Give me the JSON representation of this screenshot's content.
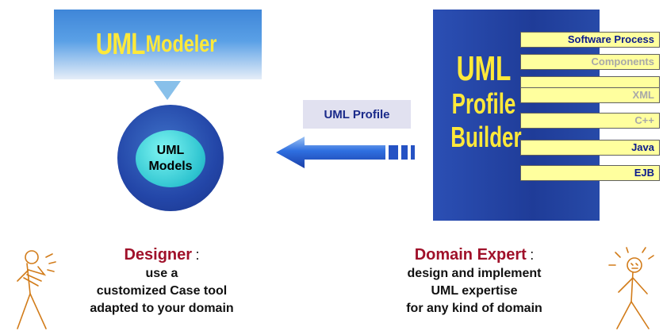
{
  "modeler": {
    "title_main": "UML",
    "title_sub": "Modeler"
  },
  "models": {
    "line1": "UML",
    "line2": "Models"
  },
  "arrow_label": "UML Profile",
  "builder": {
    "line1": "UML",
    "line2": "Profile",
    "line3": "Builder",
    "layers": [
      {
        "label": "Software Process",
        "color": "#0a1a8c"
      },
      {
        "label": "Components",
        "color": "#a8a8a8"
      },
      {
        "label": "",
        "color": "#000000"
      },
      {
        "label": "XML",
        "color": "#a8a8a8"
      },
      {
        "label": "C++",
        "color": "#a8a8a8"
      },
      {
        "label": "Java",
        "color": "#0a1a8c"
      },
      {
        "label": "EJB",
        "color": "#0a1a8c"
      }
    ]
  },
  "designer": {
    "title": "Designer",
    "colon": ":",
    "lines": [
      "use a",
      "customized Case tool",
      "adapted to your domain"
    ]
  },
  "expert": {
    "title": "Domain Expert",
    "colon": ":",
    "lines": [
      "design and implement",
      "UML expertise",
      "for any kind of domain"
    ]
  },
  "colors": {
    "accent_red": "#a0112a",
    "banner_blue": "#3f86d8",
    "builder_blue": "#1f3c98",
    "title_yellow": "#ffe93a",
    "layer_yellow": "#ffff9e",
    "arrow_blue": "#2a6ad8",
    "figure_orange": "#d27c1a"
  }
}
